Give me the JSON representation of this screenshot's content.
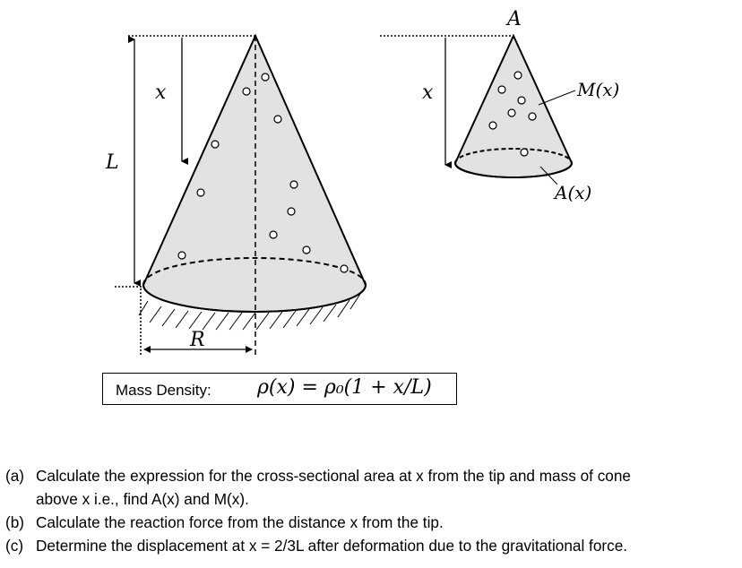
{
  "labels": {
    "L": "L",
    "x_left": "x",
    "R": "R",
    "x_right": "x",
    "A_top": "A",
    "Mx": "M(x)",
    "Ax": "A(x)"
  },
  "density": {
    "label": "Mass Density:",
    "formula": "ρ(x) = ρ₀(1 + x/L)"
  },
  "questions": [
    {
      "tag": "(a)",
      "line1": "Calculate the expression for the cross-sectional area at x from the tip and mass of cone",
      "line2": "above x i.e., find A(x) and M(x)."
    },
    {
      "tag": "(b)",
      "line1": "Calculate the reaction force from the distance x from the tip.",
      "line2": ""
    },
    {
      "tag": "(c)",
      "line1": "Determine the displacement at x = 2/3L after deformation due to the gravitational force.",
      "line2": ""
    }
  ]
}
